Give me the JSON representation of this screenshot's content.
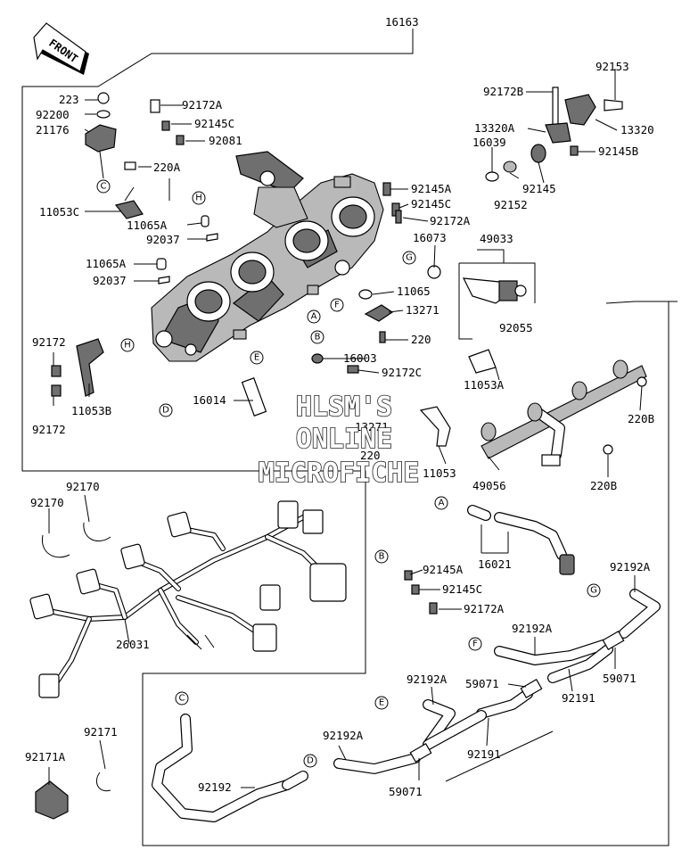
{
  "front_arrow": {
    "label": "FRONT"
  },
  "labels": {
    "assembly": "16163",
    "p223": "223",
    "p92200": "92200",
    "p21176": "21176",
    "p220A": "220A",
    "p11053C": "11053C",
    "p11065A_1": "11065A",
    "p92037_1": "92037",
    "p11065A_2": "11065A",
    "p92037_2": "92037",
    "p92172_1": "92172",
    "p11053B": "11053B",
    "p92172_2": "92172",
    "p16014": "16014",
    "p92172A_1": "92172A",
    "p92145C_1": "92145C",
    "p92081": "92081",
    "p92145A_1": "92145A",
    "p92145C_2": "92145C",
    "p92172A_2": "92172A",
    "p16073": "16073",
    "p11065": "11065",
    "p13271_1": "13271",
    "p220_1": "220",
    "p16003": "16003",
    "p92172C": "92172C",
    "p13271_2": "13271",
    "p220_2": "220",
    "p92153": "92153",
    "p92172B": "92172B",
    "p13320A": "13320A",
    "p13320": "13320",
    "p16039": "16039",
    "p92145B": "92145B",
    "p92145_1": "92145",
    "p92152": "92152",
    "p49033": "49033",
    "p92055": "92055",
    "p11053A": "11053A",
    "p220B_1": "220B",
    "p11053": "11053",
    "p49056": "49056",
    "p220B_2": "220B",
    "p92170_1": "92170",
    "p92170_2": "92170",
    "p26031": "26031",
    "p16021": "16021",
    "p92145A_2": "92145A",
    "p92145C_3": "92145C",
    "p92172A_3": "92172A",
    "p92192A_1": "92192A",
    "p92192A_2": "92192A",
    "p59071_1": "59071",
    "p59071_2": "59071",
    "p92191_1": "92191",
    "p92192A_3": "92192A",
    "p92192A_4": "92192A",
    "p92191_2": "92191",
    "p59071_3": "59071",
    "p92171": "92171",
    "p92171A": "92171A",
    "p92192": "92192"
  },
  "callouts": {
    "c1": "C",
    "c2": "H",
    "c3": "A",
    "c4": "B",
    "c5": "F",
    "c6": "G",
    "c7": "E",
    "c8": "D",
    "c9": "H",
    "c10": "A",
    "c11": "B",
    "c12": "G",
    "c13": "F",
    "c14": "C",
    "c15": "E",
    "c16": "D"
  },
  "watermark": {
    "line1": "HLSM'S",
    "line2": "ONLINE",
    "line3": "MICROFICHE"
  }
}
